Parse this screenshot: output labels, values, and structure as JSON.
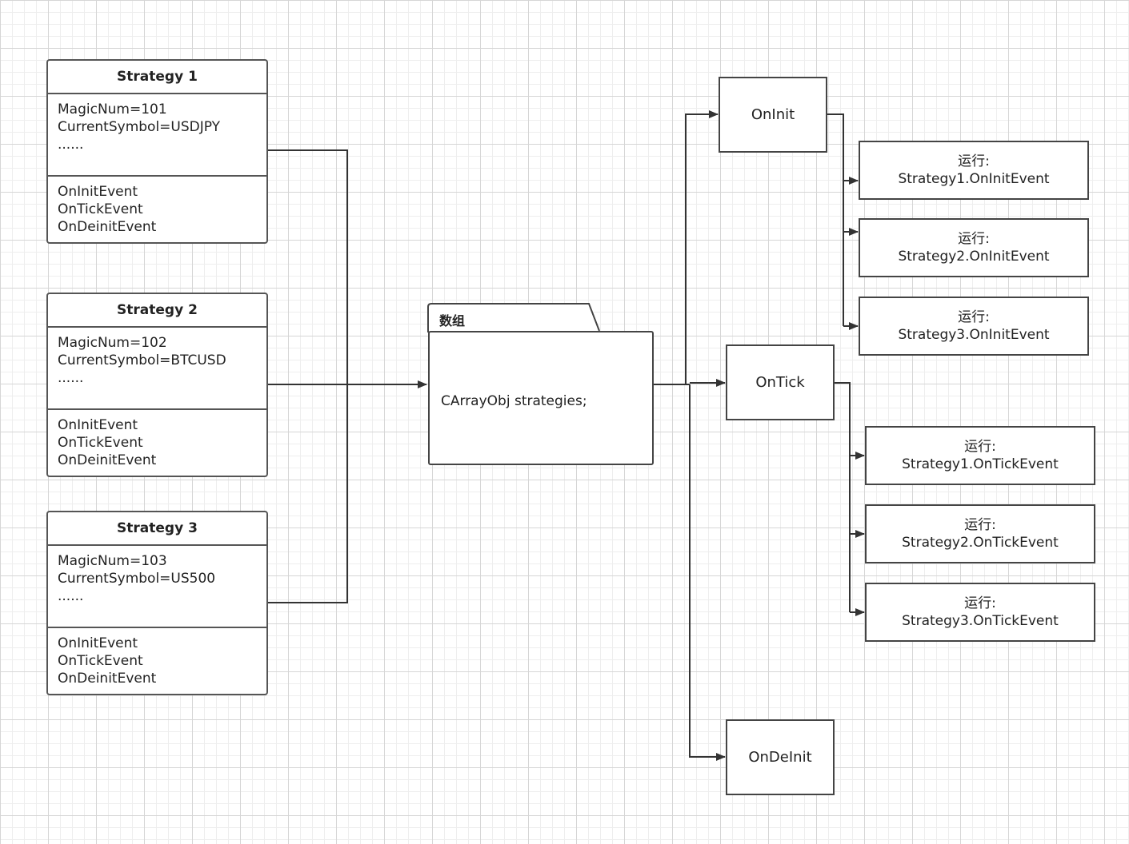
{
  "strategies": [
    {
      "title": "Strategy 1",
      "magic": "MagicNum=101",
      "symbol": "CurrentSymbol=USDJPY",
      "ellipsis": "......",
      "events": [
        "OnInitEvent",
        "OnTickEvent",
        "OnDeinitEvent"
      ]
    },
    {
      "title": "Strategy 2",
      "magic": "MagicNum=102",
      "symbol": "CurrentSymbol=BTCUSD",
      "ellipsis": "......",
      "events": [
        "OnInitEvent",
        "OnTickEvent",
        "OnDeinitEvent"
      ]
    },
    {
      "title": "Strategy 3",
      "magic": "MagicNum=103",
      "symbol": "CurrentSymbol=US500",
      "ellipsis": "......",
      "events": [
        "OnInitEvent",
        "OnTickEvent",
        "OnDeinitEvent"
      ]
    }
  ],
  "array": {
    "tab_label": "数组",
    "content": "CArrayObj strategies;"
  },
  "handlers": {
    "oninit": "OnInit",
    "ontick": "OnTick",
    "ondeinit": "OnDeInit"
  },
  "run_prefix": "运行:",
  "init_runs": [
    "Strategy1.OnInitEvent",
    "Strategy2.OnInitEvent",
    "Strategy3.OnInitEvent"
  ],
  "tick_runs": [
    "Strategy1.OnTickEvent",
    "Strategy2.OnTickEvent",
    "Strategy3.OnTickEvent"
  ],
  "colors": {
    "line": "#333333",
    "border": "#555555",
    "grid": "#d6d6d6"
  }
}
